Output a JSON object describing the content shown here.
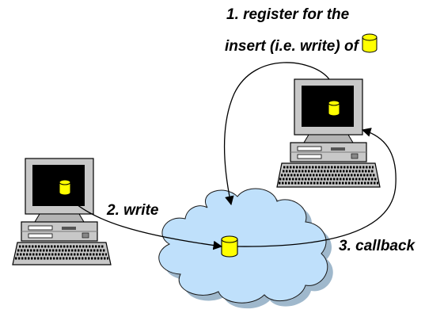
{
  "diagram": {
    "steps": {
      "register_line1": "1. register for the",
      "register_line2": "insert (i.e. write) of",
      "write": "2. write",
      "callback": "3. callback"
    },
    "colors": {
      "cloud": "#bfe0fb",
      "database": "#ffff00",
      "screen": "#000000",
      "computer_body": "#c8c8c8",
      "arrow": "#000000"
    },
    "icons": [
      "computer-icon",
      "database-icon",
      "cloud-icon"
    ]
  }
}
